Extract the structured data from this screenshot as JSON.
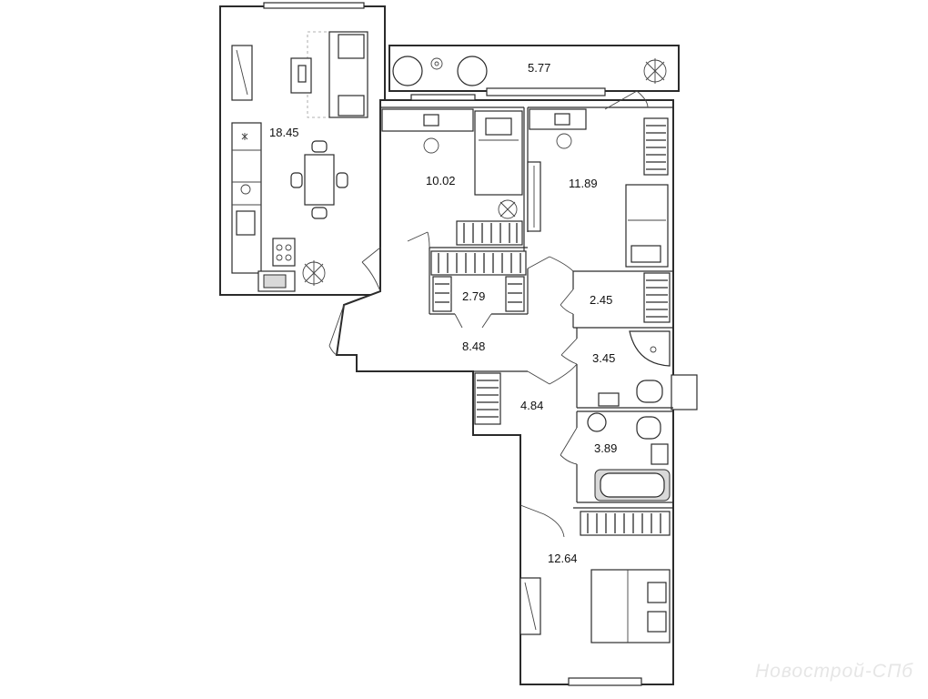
{
  "rooms": [
    {
      "id": "living-kitchen",
      "area": "18.45"
    },
    {
      "id": "loggia",
      "area": "5.77"
    },
    {
      "id": "bedroom-2",
      "area": "10.02"
    },
    {
      "id": "bedroom-3",
      "area": "11.89"
    },
    {
      "id": "wardrobe",
      "area": "2.79"
    },
    {
      "id": "storage",
      "area": "2.45"
    },
    {
      "id": "hall",
      "area": "8.48"
    },
    {
      "id": "bathroom-shower",
      "area": "3.45"
    },
    {
      "id": "corridor",
      "area": "4.84"
    },
    {
      "id": "bathroom-tub",
      "area": "3.89"
    },
    {
      "id": "bedroom-master",
      "area": "12.64"
    }
  ],
  "watermark": "Новострой-СПб",
  "colors": {
    "wall": "#2b2b2b",
    "fixture": "#d9d9d9",
    "background": "#ffffff"
  }
}
